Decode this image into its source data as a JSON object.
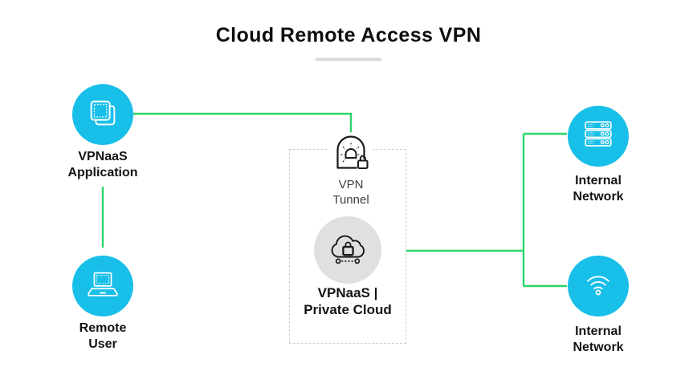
{
  "title": "Cloud Remote Access VPN",
  "colors": {
    "node_cyan": "#18BFE8",
    "node_gray": "#E0E0E0",
    "connector_green": "#2BD56A",
    "title_underline": "#DCDCDC",
    "dashed_border": "#CFCFCF",
    "label_text": "#141414",
    "tunnel_text": "#3D3D3D"
  },
  "nodes": {
    "vpnaas_application": {
      "icon": "stacked-app-windows-icon",
      "label_line1": "VPNaaS",
      "label_line2": "Application"
    },
    "remote_user": {
      "icon": "laptop-icon",
      "label_line1": "Remote",
      "label_line2": "User"
    },
    "vpn_tunnel": {
      "icon": "tunnel-lock-icon",
      "label_line1": "VPN",
      "label_line2": "Tunnel"
    },
    "private_cloud": {
      "icon": "cloud-lock-icon",
      "label_line1": "VPNaaS  |",
      "label_line2": "Private Cloud"
    },
    "internal_network_top": {
      "icon": "server-rack-icon",
      "label_line1": "Internal",
      "label_line2": "Network"
    },
    "internal_network_bottom": {
      "icon": "wifi-icon",
      "label_line1": "Internal",
      "label_line2": "Network"
    }
  }
}
